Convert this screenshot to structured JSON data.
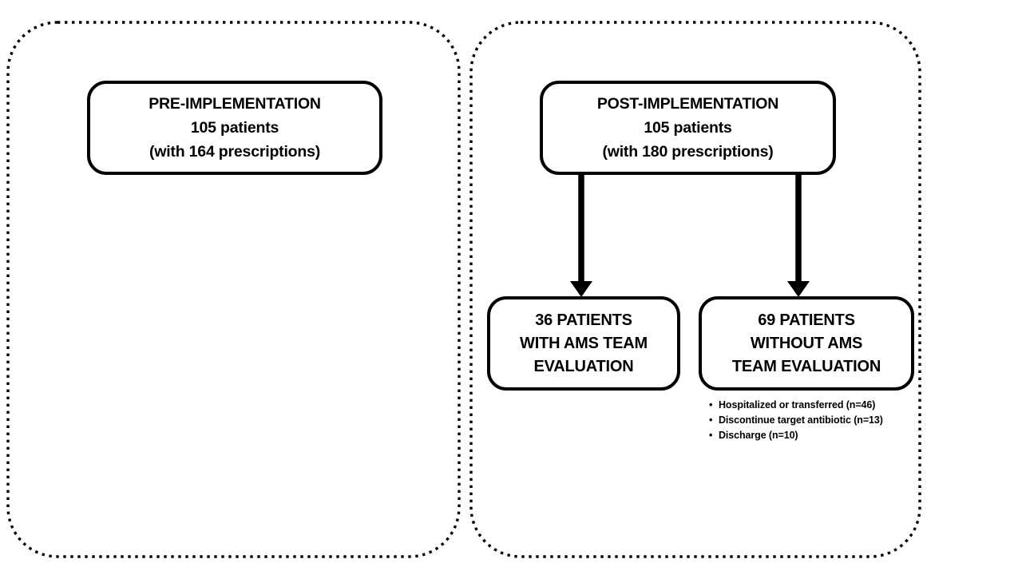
{
  "figure": {
    "type": "flowchart",
    "description": "Patient enrollment flow diagram comparing pre-implementation and post-implementation cohorts"
  },
  "groups": [
    {
      "id": "pre-group",
      "name": "pre-implementation-group"
    },
    {
      "id": "post-group",
      "name": "post-implementation-group"
    }
  ],
  "boxes": {
    "pre": {
      "line1": "PRE-IMPLEMENTATION",
      "line2": "105 patients",
      "line3": "(with 164 prescriptions)"
    },
    "post": {
      "line1": "POST-IMPLEMENTATION",
      "line2": "105 patients",
      "line3": "(with 180 prescriptions)"
    },
    "with_ams": {
      "line1": "36 PATIENTS",
      "line2": "WITH AMS TEAM",
      "line3": "EVALUATION"
    },
    "without_ams": {
      "line1": "69 PATIENTS",
      "line2": "WITHOUT AMS",
      "line3": "TEAM EVALUATION"
    }
  },
  "notes": {
    "bullet": "•",
    "items": [
      "Hospitalized or transferred (n=46)",
      "Discontinue target antibiotic (n=13)",
      "Discharge (n=10)"
    ]
  },
  "chart_data": {
    "type": "table",
    "title": "Pre- vs Post-Implementation Patient Flow",
    "nodes": [
      {
        "id": "pre",
        "label": "PRE-IMPLEMENTATION",
        "patients": 105,
        "prescriptions": 164
      },
      {
        "id": "post",
        "label": "POST-IMPLEMENTATION",
        "patients": 105,
        "prescriptions": 180
      },
      {
        "id": "with_ams",
        "label": "36 PATIENTS WITH AMS TEAM EVALUATION",
        "patients": 36
      },
      {
        "id": "without_ams",
        "label": "69 PATIENTS WITHOUT AMS TEAM EVALUATION",
        "patients": 69
      }
    ],
    "edges": [
      {
        "from": "post",
        "to": "with_ams"
      },
      {
        "from": "post",
        "to": "without_ams"
      }
    ],
    "annotations": [
      {
        "node": "without_ams",
        "label": "Hospitalized or transferred",
        "n": 46
      },
      {
        "node": "without_ams",
        "label": "Discontinue target antibiotic",
        "n": 13
      },
      {
        "node": "without_ams",
        "label": "Discharge",
        "n": 10
      }
    ]
  },
  "colors": {
    "stroke": "#000000",
    "background": "#ffffff"
  }
}
